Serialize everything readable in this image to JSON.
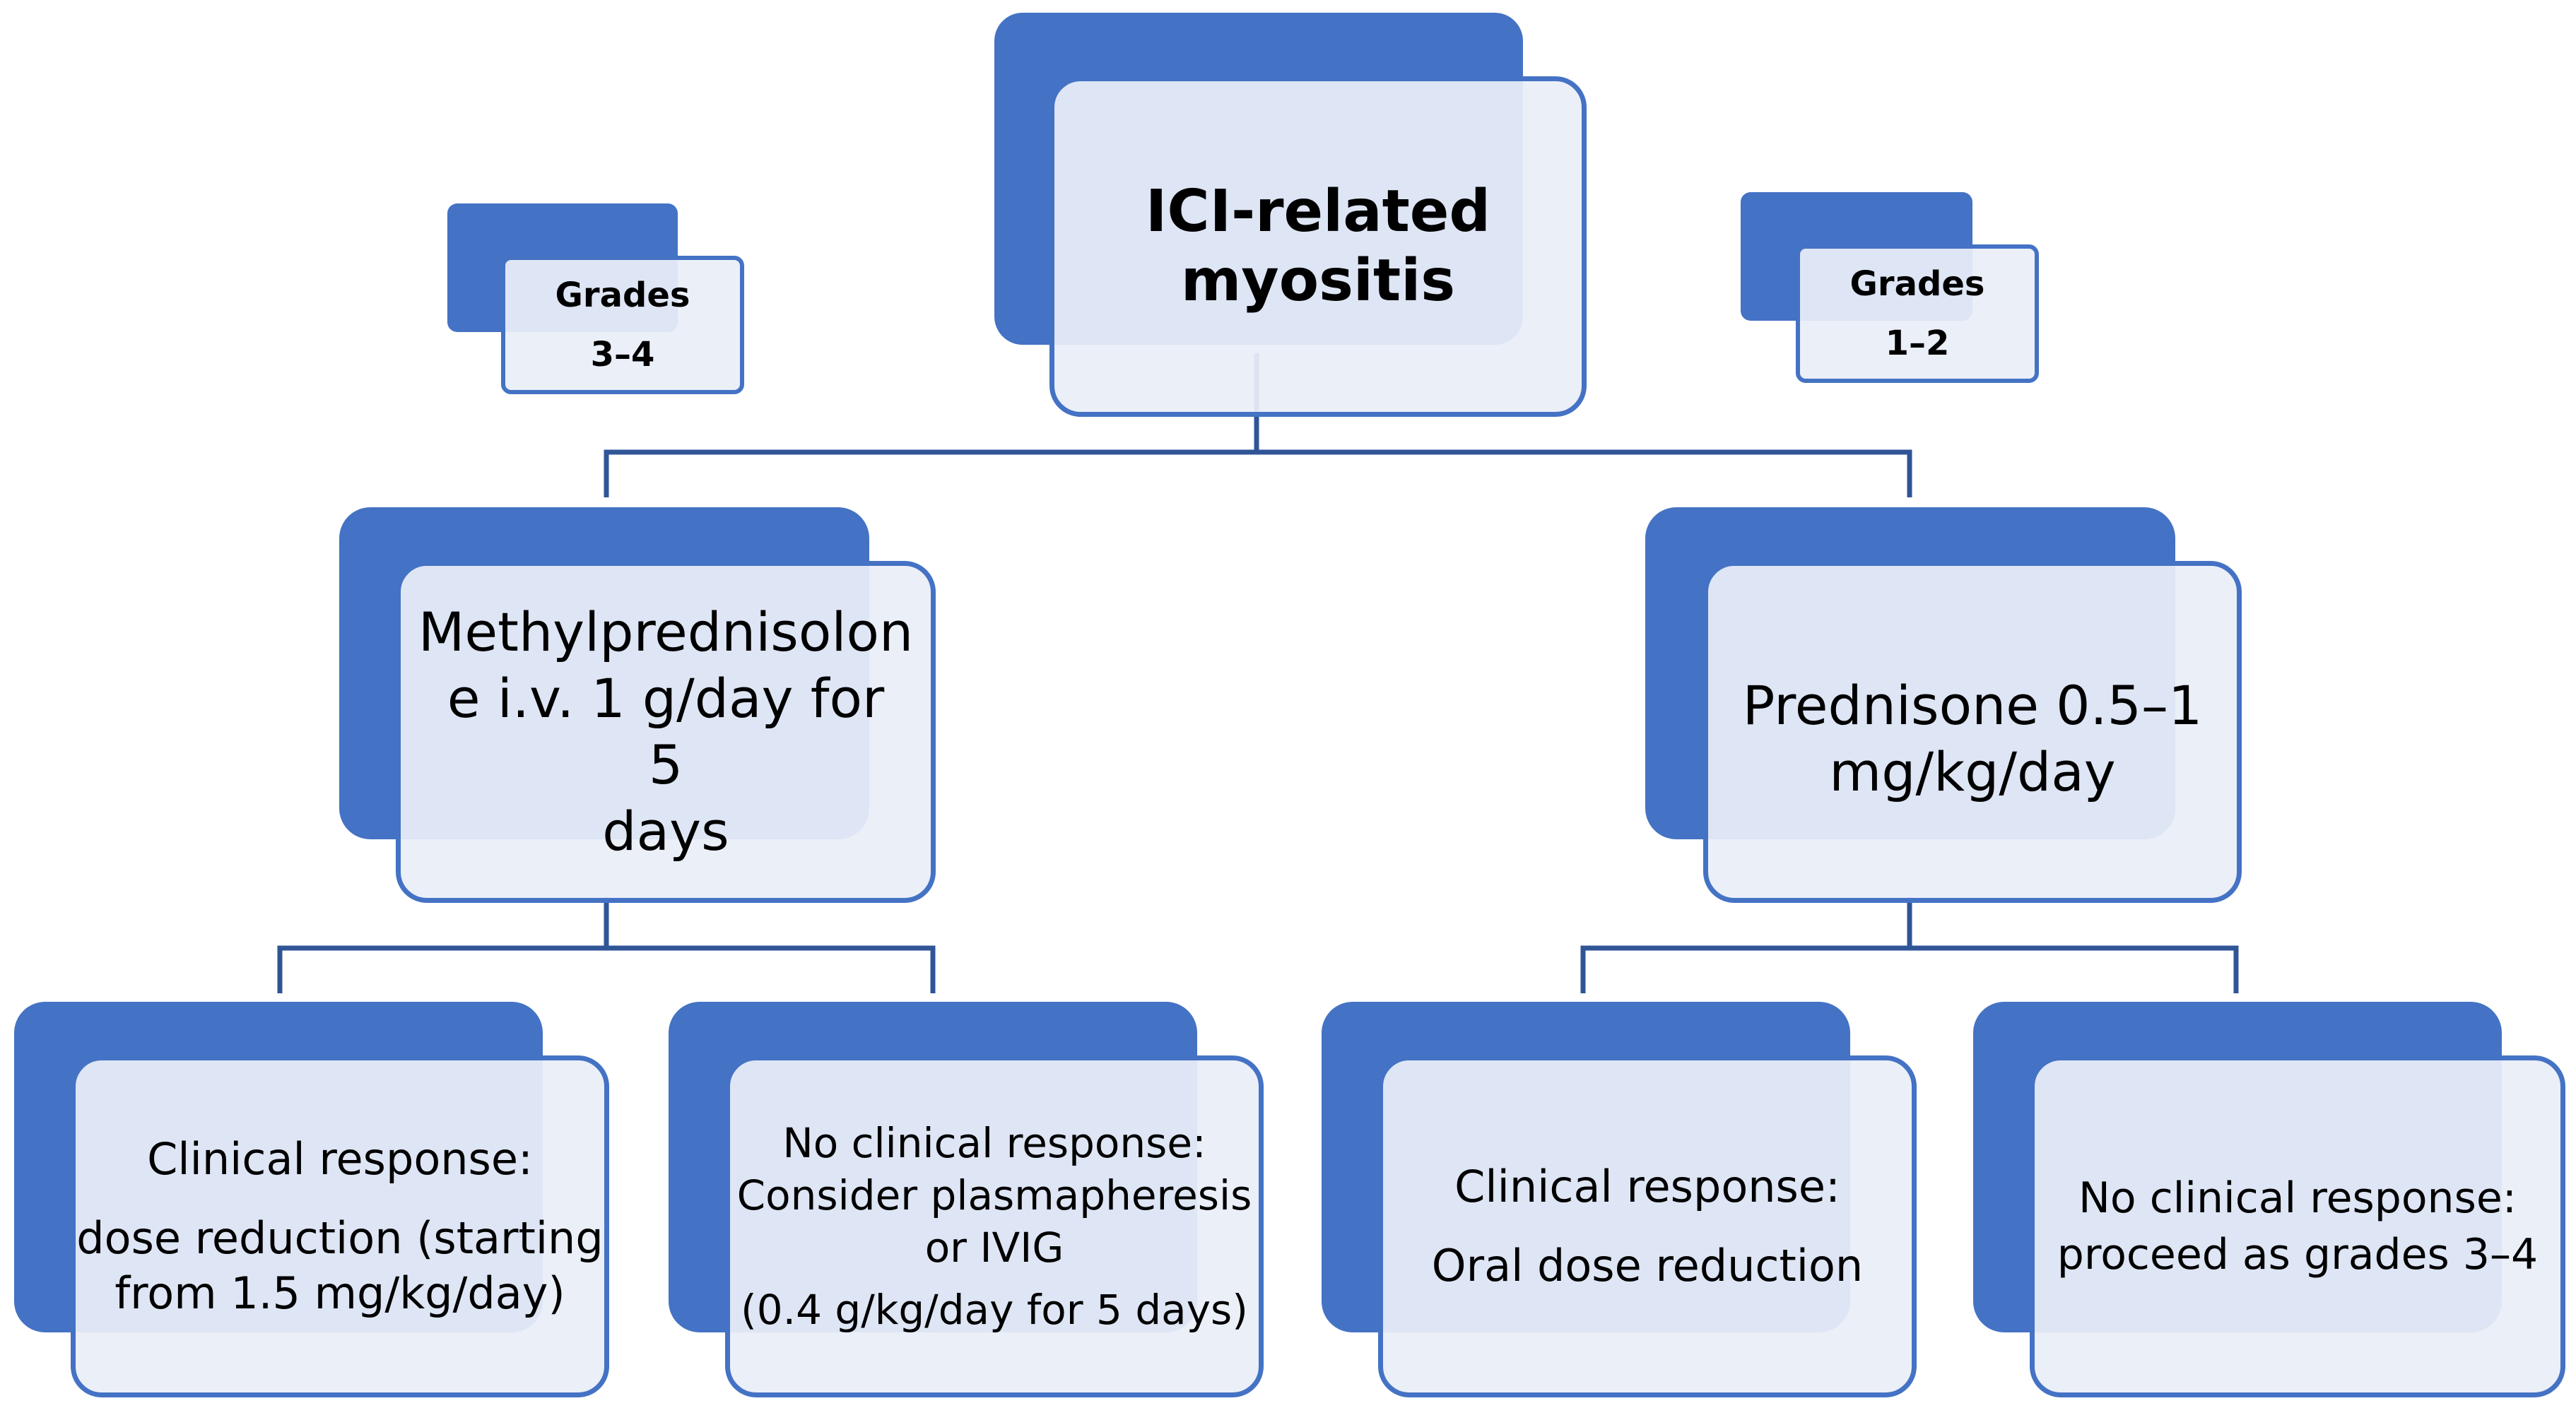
{
  "diagram": {
    "root": {
      "lines": [
        "ICI-related",
        "myositis"
      ]
    },
    "grade_left": {
      "lines": [
        "Grades",
        "3–4"
      ]
    },
    "grade_right": {
      "lines": [
        "Grades",
        "1–2"
      ]
    },
    "treatment_left": {
      "lines": [
        "Methylprednisolon",
        "e i.v. 1 g/day for 5",
        "days"
      ]
    },
    "treatment_right": {
      "lines": [
        "Prednisone 0.5–1",
        "mg/kg/day"
      ]
    },
    "outcomes": [
      {
        "lines": [
          "Clinical response:",
          "dose reduction (starting",
          "from 1.5 mg/kg/day)"
        ]
      },
      {
        "lines": [
          "No clinical response:",
          "Consider plasmapheresis",
          "or IVIG",
          "(0.4 g/kg/day for 5 days)"
        ]
      },
      {
        "lines": [
          "Clinical response:",
          "Oral dose reduction"
        ]
      },
      {
        "lines": [
          "No clinical response:",
          "proceed as grades 3–4"
        ]
      }
    ]
  },
  "colors": {
    "node_fill": "#4472C4",
    "node_border": "#4472C4",
    "node_face": "#E9EEF8",
    "connector": "#2F5597"
  }
}
